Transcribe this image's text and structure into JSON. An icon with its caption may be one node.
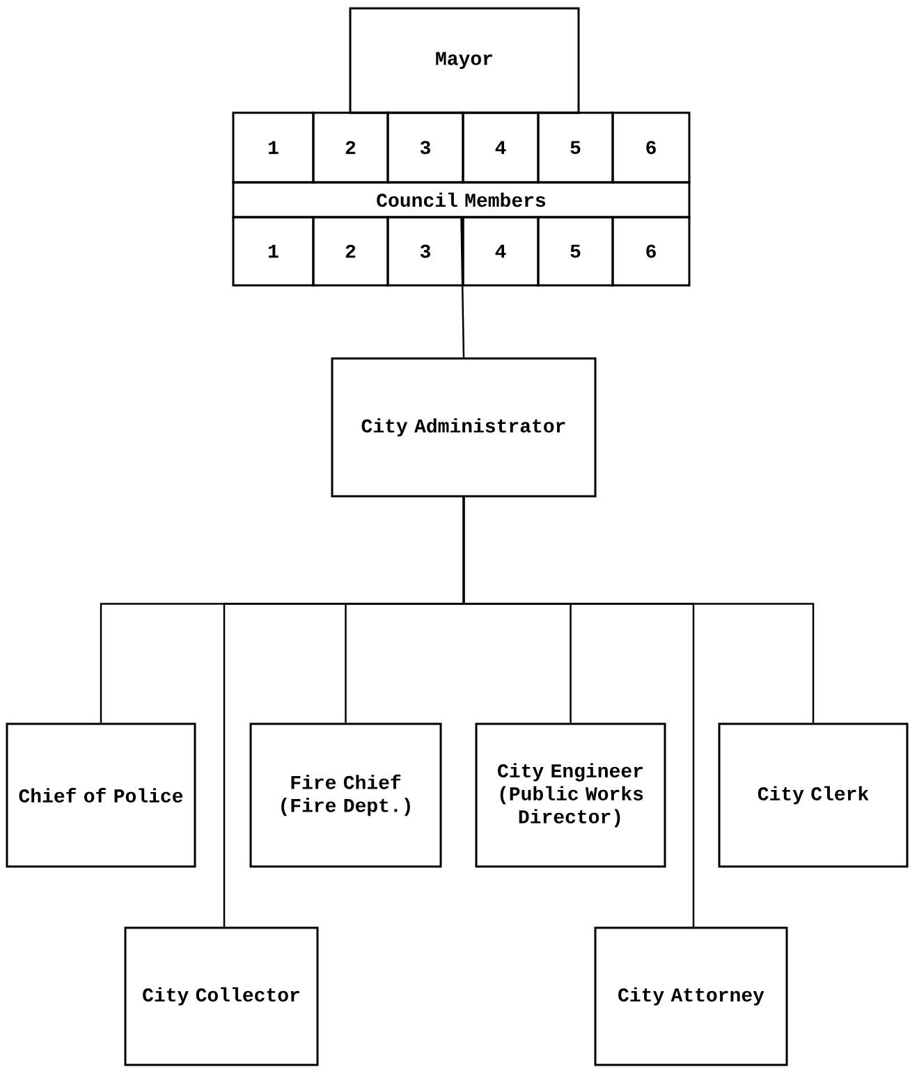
{
  "diagram": {
    "nodes": [
      {
        "text": [
          "Mayor"
        ]
      },
      {
        "text": [
          "1"
        ]
      },
      {
        "text": [
          "2"
        ]
      },
      {
        "text": [
          "3"
        ]
      },
      {
        "text": [
          "4"
        ]
      },
      {
        "text": [
          "5"
        ]
      },
      {
        "text": [
          "6"
        ]
      },
      {
        "text": [
          "Council Members"
        ]
      },
      {
        "text": [
          "1"
        ]
      },
      {
        "text": [
          "2"
        ]
      },
      {
        "text": [
          "3"
        ]
      },
      {
        "text": [
          "4"
        ]
      },
      {
        "text": [
          "5"
        ]
      },
      {
        "text": [
          "6"
        ]
      },
      {
        "text": [
          "City Administrator"
        ]
      },
      {
        "text": [
          "Chief of Police"
        ]
      },
      {
        "text": [
          "Fire Chief (Fire Dept.)"
        ]
      },
      {
        "text": [
          "City Engineer (Public Works Director)"
        ]
      },
      {
        "text": [
          "City Clerk"
        ]
      },
      {
        "text": [
          "City Collector"
        ]
      },
      {
        "text": [
          "City Attorney"
        ]
      }
    ],
    "edges": [
      {
        "from": 7,
        "to": 14,
        "arrow": "none"
      },
      {
        "from": 14,
        "to": 15,
        "arrow": "none"
      },
      {
        "from": 14,
        "to": 16,
        "arrow": "none"
      },
      {
        "from": 14,
        "to": 17,
        "arrow": "none"
      },
      {
        "from": 14,
        "to": 18,
        "arrow": "none"
      },
      {
        "from": 14,
        "to": 19,
        "arrow": "none"
      },
      {
        "from": 14,
        "to": 20,
        "arrow": "none"
      }
    ]
  }
}
